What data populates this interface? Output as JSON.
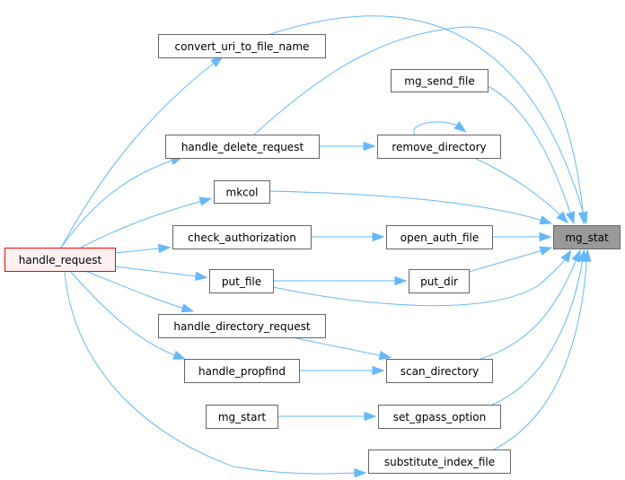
{
  "diagram": {
    "title": "mg_stat caller graph",
    "edge_color": "#63b8ff",
    "root_node_border": "#ff0000",
    "root_node_fill": "#fff0f0",
    "target_node_fill": "#999999",
    "nodes": [
      {
        "id": "mg_stat",
        "label": "mg_stat",
        "kind": "target"
      },
      {
        "id": "convert_uri_to_file_name",
        "label": "convert_uri_to_file_name",
        "kind": "normal"
      },
      {
        "id": "mg_send_file",
        "label": "mg_send_file",
        "kind": "normal"
      },
      {
        "id": "handle_delete_request",
        "label": "handle_delete_request",
        "kind": "normal"
      },
      {
        "id": "remove_directory",
        "label": "remove_directory",
        "kind": "normal"
      },
      {
        "id": "mkcol",
        "label": "mkcol",
        "kind": "normal"
      },
      {
        "id": "check_authorization",
        "label": "check_authorization",
        "kind": "normal"
      },
      {
        "id": "open_auth_file",
        "label": "open_auth_file",
        "kind": "normal"
      },
      {
        "id": "handle_request",
        "label": "handle_request",
        "kind": "root"
      },
      {
        "id": "put_file",
        "label": "put_file",
        "kind": "normal"
      },
      {
        "id": "put_dir",
        "label": "put_dir",
        "kind": "normal"
      },
      {
        "id": "handle_directory_request",
        "label": "handle_directory_request",
        "kind": "normal"
      },
      {
        "id": "handle_propfind",
        "label": "handle_propfind",
        "kind": "normal"
      },
      {
        "id": "scan_directory",
        "label": "scan_directory",
        "kind": "normal"
      },
      {
        "id": "mg_start",
        "label": "mg_start",
        "kind": "normal"
      },
      {
        "id": "set_gpass_option",
        "label": "set_gpass_option",
        "kind": "normal"
      },
      {
        "id": "substitute_index_file",
        "label": "substitute_index_file",
        "kind": "normal"
      }
    ],
    "edges": [
      {
        "from": "convert_uri_to_file_name",
        "to": "mg_stat"
      },
      {
        "from": "handle_delete_request",
        "to": "mg_stat"
      },
      {
        "from": "mg_send_file",
        "to": "mg_stat"
      },
      {
        "from": "remove_directory",
        "to": "mg_stat"
      },
      {
        "from": "remove_directory",
        "to": "remove_directory"
      },
      {
        "from": "handle_delete_request",
        "to": "remove_directory"
      },
      {
        "from": "mkcol",
        "to": "mg_stat"
      },
      {
        "from": "open_auth_file",
        "to": "mg_stat"
      },
      {
        "from": "check_authorization",
        "to": "open_auth_file"
      },
      {
        "from": "put_dir",
        "to": "mg_stat"
      },
      {
        "from": "put_file",
        "to": "put_dir"
      },
      {
        "from": "put_file",
        "to": "mg_stat"
      },
      {
        "from": "scan_directory",
        "to": "mg_stat"
      },
      {
        "from": "handle_directory_request",
        "to": "scan_directory"
      },
      {
        "from": "handle_propfind",
        "to": "scan_directory"
      },
      {
        "from": "set_gpass_option",
        "to": "mg_stat"
      },
      {
        "from": "mg_start",
        "to": "set_gpass_option"
      },
      {
        "from": "substitute_index_file",
        "to": "mg_stat"
      },
      {
        "from": "handle_request",
        "to": "convert_uri_to_file_name"
      },
      {
        "from": "handle_request",
        "to": "handle_delete_request"
      },
      {
        "from": "handle_request",
        "to": "mkcol"
      },
      {
        "from": "handle_request",
        "to": "check_authorization"
      },
      {
        "from": "handle_request",
        "to": "put_file"
      },
      {
        "from": "handle_request",
        "to": "handle_directory_request"
      },
      {
        "from": "handle_request",
        "to": "handle_propfind"
      },
      {
        "from": "handle_request",
        "to": "substitute_index_file"
      }
    ]
  }
}
